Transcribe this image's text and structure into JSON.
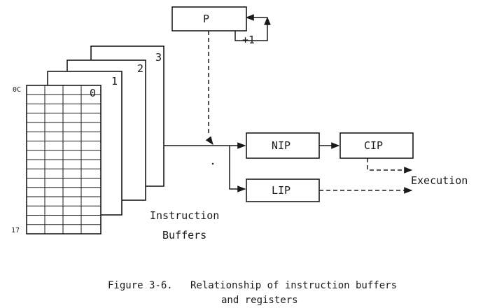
{
  "registers": {
    "p": "P",
    "increment": "+1",
    "nip": "NIP",
    "cip": "CIP",
    "lip": "LIP"
  },
  "buffers": {
    "numbers": [
      "0",
      "1",
      "2",
      "3"
    ],
    "top_address": "0C",
    "bottom_address": "17",
    "label_line1": "Instruction",
    "label_line2": "Buffers"
  },
  "execution_label": "Execution",
  "caption": {
    "line1": "Figure 3-6.   Relationship of instruction buffers",
    "line2": "and registers"
  }
}
